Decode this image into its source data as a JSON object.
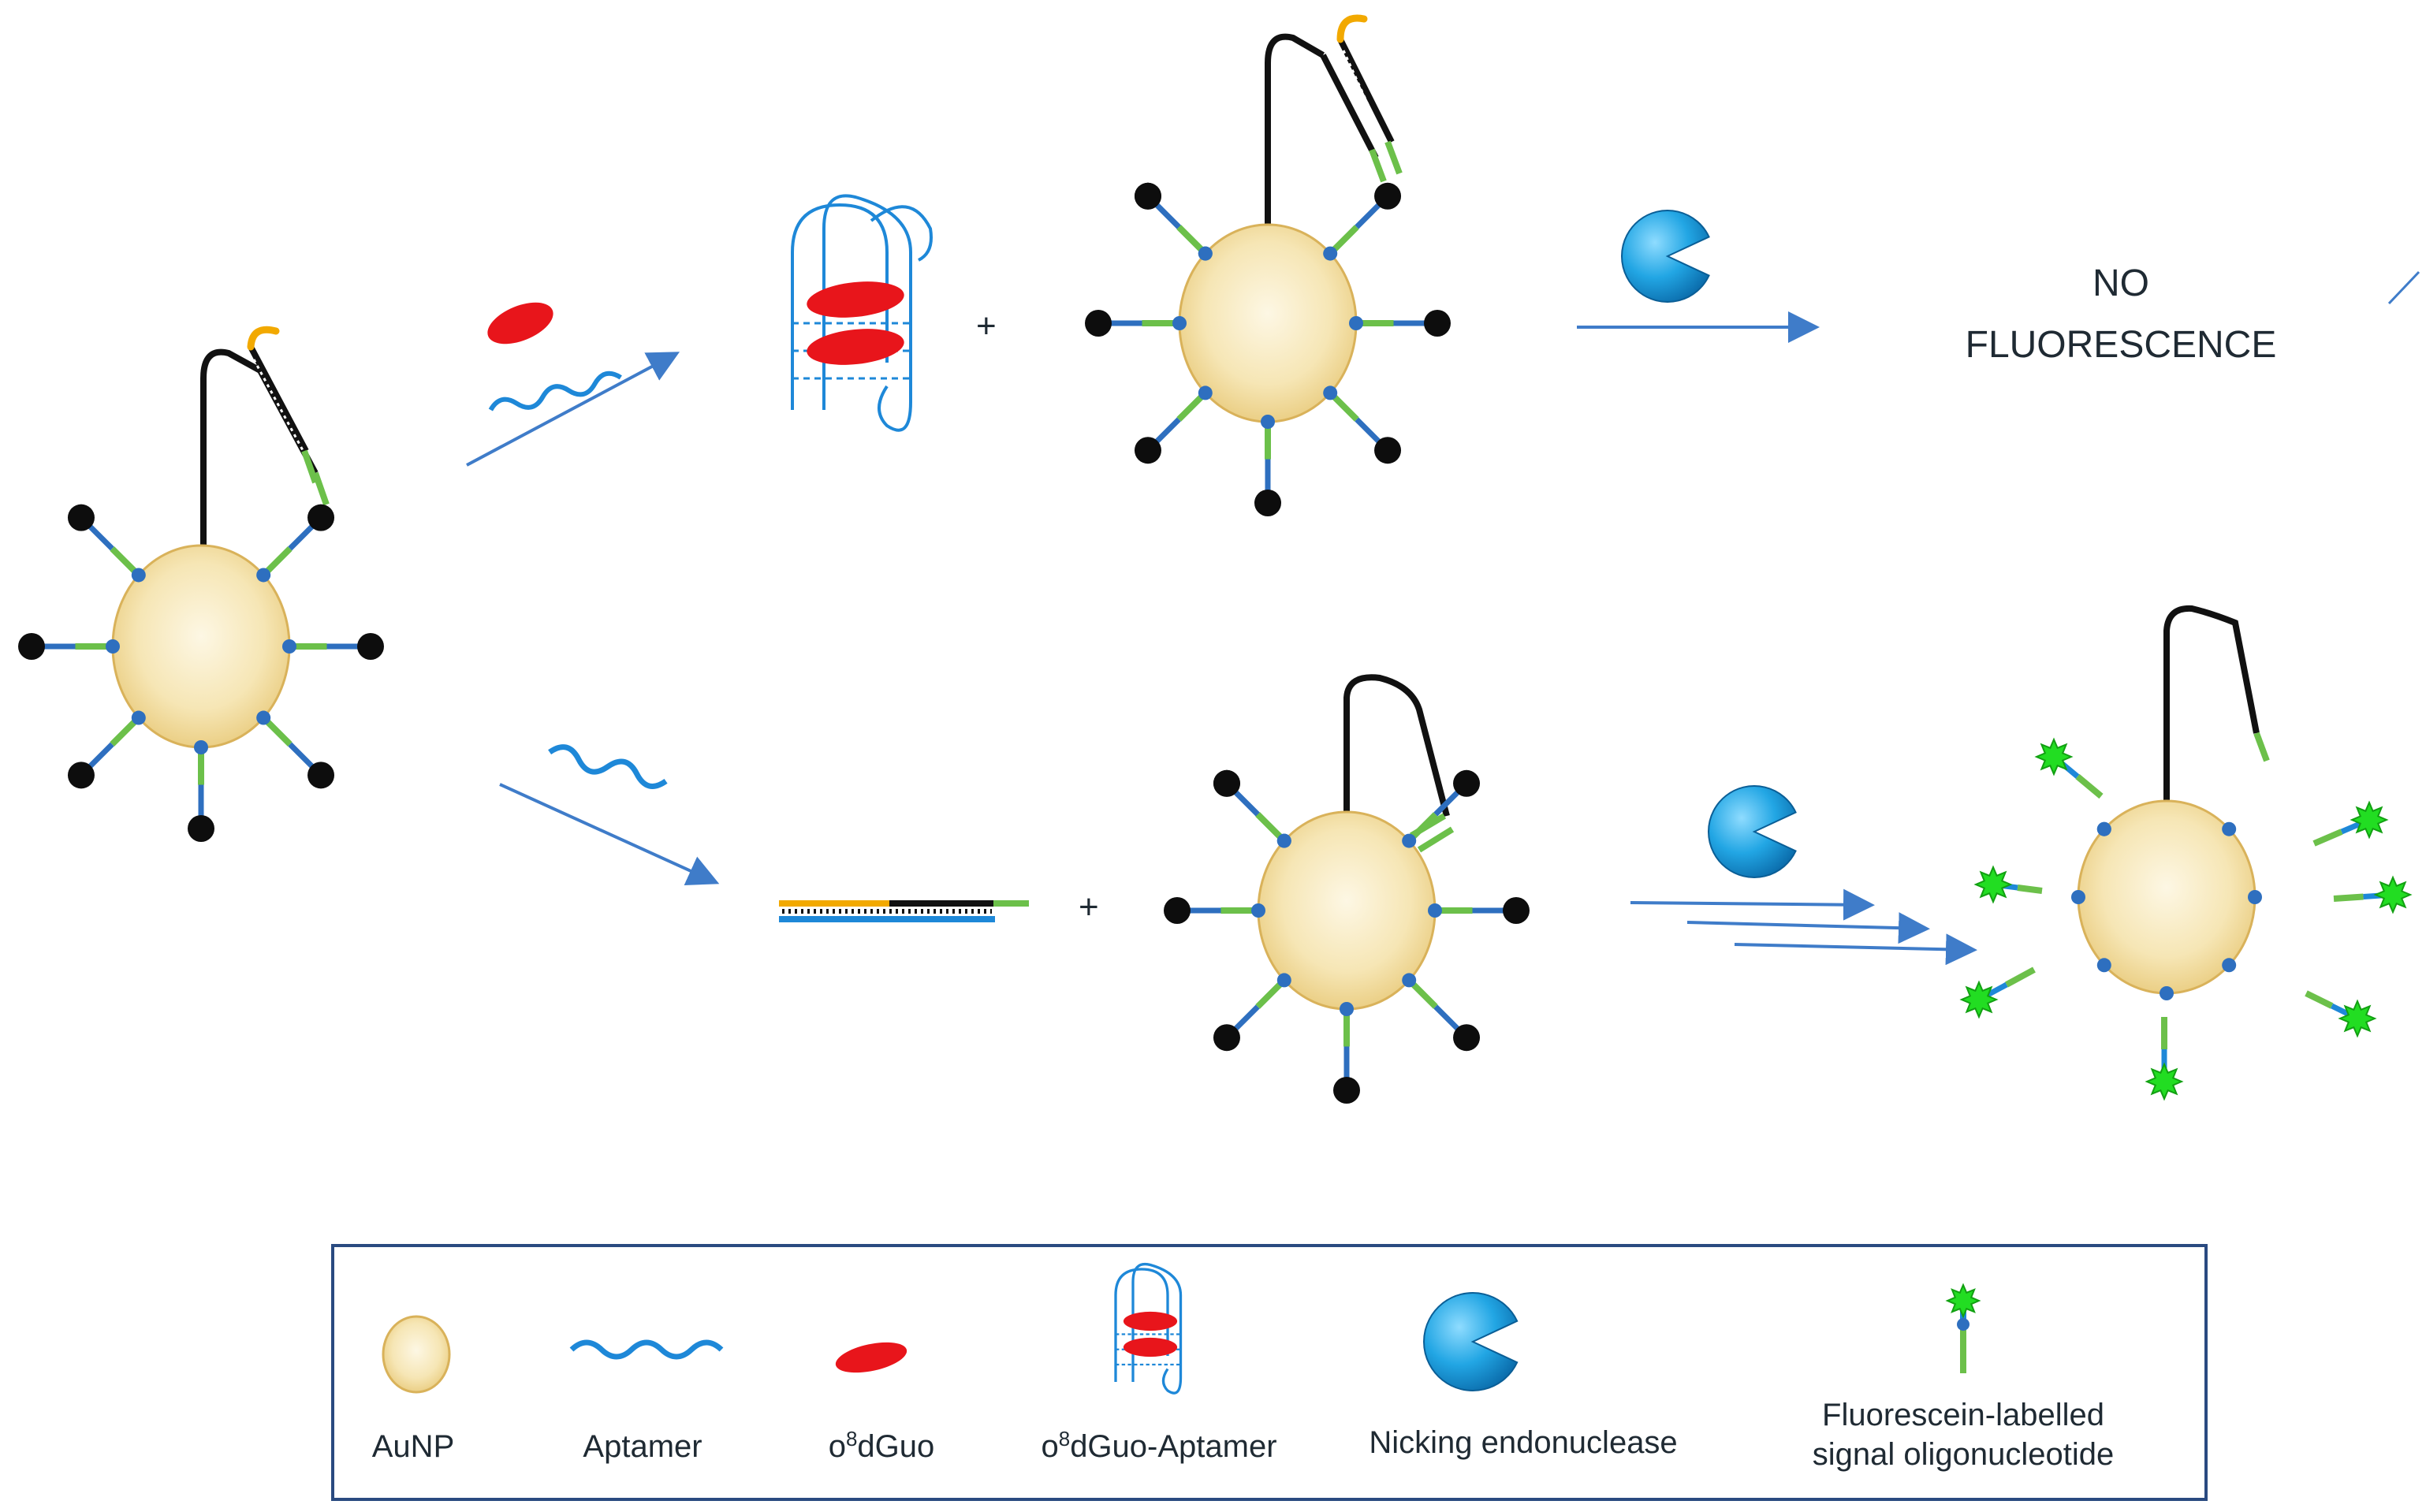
{
  "result_top": {
    "line1": "NO",
    "line2": "FLUORESCENCE"
  },
  "legend": {
    "aunp": "AuNP",
    "aptamer": "Aptamer",
    "o8dguo_prefix": "o",
    "o8dguo_sup": "8",
    "o8dguo_suffix": "dGuo",
    "complex_prefix": "o",
    "complex_sup": "8",
    "complex_suffix": "dGuo-Aptamer",
    "nicking": "Nicking endonuclease",
    "fluor_line1": "Fluorescein-labelled",
    "fluor_line2": "signal oligonucleotide"
  },
  "colors": {
    "arrow": "#3f7cc9",
    "aptamer": "#1e88d8",
    "target": "#e8151b",
    "linker": "#6cc04a",
    "bead": "#0d0d0d",
    "node": "#2e6fbf",
    "hairpin": "#111111",
    "toehold": "#f2a900",
    "enzyme": "#1aa3e0",
    "fluorophore": "#22dd22"
  },
  "icons": {
    "particle": "gold-nanoparticle-icon",
    "enzyme": "pacman-enzyme-icon",
    "fluor": "fluorescein-star-icon"
  },
  "operators": {
    "plus_top": "+",
    "plus_bottom": "+"
  }
}
